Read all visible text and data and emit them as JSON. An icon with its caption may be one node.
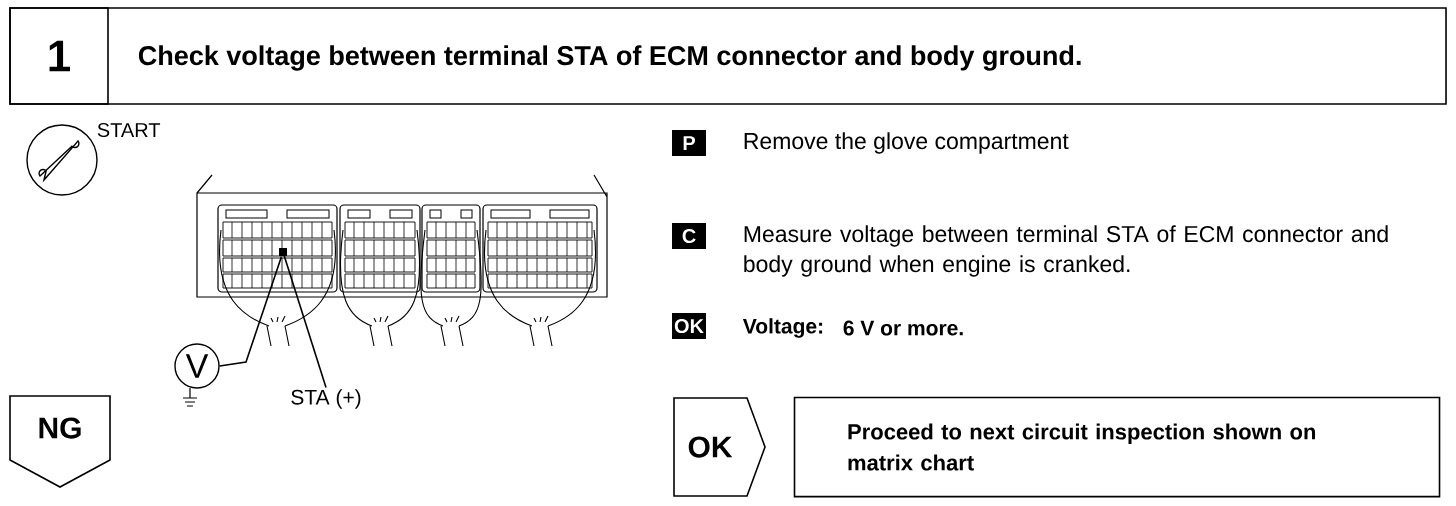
{
  "diagram": {
    "title": "Check voltage between terminal STA of ECM connector and body ground.",
    "nodes": [
      {
        "text": [
          "1"
        ]
      },
      {
        "text": [
          "NG"
        ]
      },
      {
        "text": [
          "OK"
        ]
      },
      {
        "text": [
          "Proceed to next circuit inspection shown on matrix chart"
        ]
      },
      {
        "text": [
          "STA (+)"
        ]
      },
      {
        "text": [
          "V"
        ]
      },
      {
        "text": [],
        "shape": "box"
      }
    ],
    "edges": [
      {
        "from": 4,
        "to": 6,
        "arrow": "none"
      },
      {
        "from": 5,
        "to": 6,
        "arrow": "none"
      }
    ],
    "labels": [
      "START",
      "P",
      "Remove the glove compartment",
      "C",
      "Measure voltage between terminal STA of ECM connector and body ground when engine is cranked.",
      "OK",
      "Voltage:",
      "6 V or more."
    ]
  }
}
